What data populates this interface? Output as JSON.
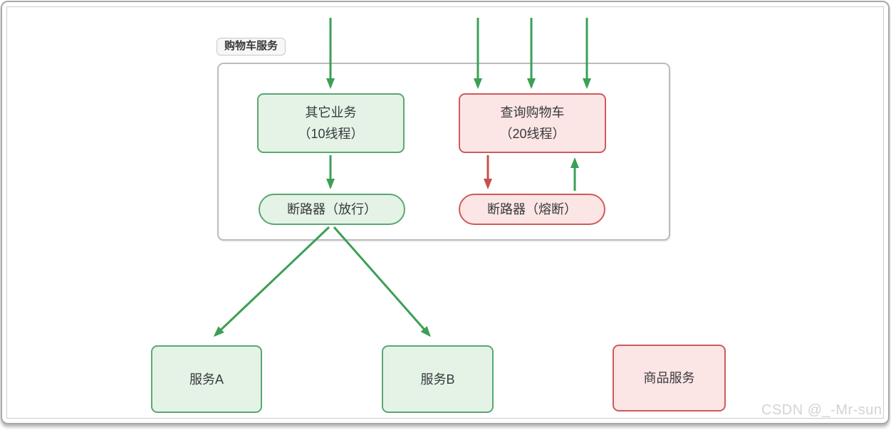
{
  "cart_service": {
    "badge_label": "购物车服务",
    "nodes": {
      "other_biz": {
        "line1": "其它业务",
        "line2": "（10线程）"
      },
      "query_cart": {
        "line1": "查询购物车",
        "line2": "（20线程）"
      },
      "breaker_pass": {
        "label": "断路器（放行）"
      },
      "breaker_fuse": {
        "label": "断路器（熔断）"
      }
    }
  },
  "downstream": {
    "service_a": "服务A",
    "service_b": "服务B",
    "product_service": "商品服务"
  },
  "watermark": {
    "text": "CSDN @_-Mr-sun"
  },
  "colors": {
    "green_border": "#5aa772",
    "green_fill": "#e4f3e6",
    "green_arrow": "#3ba055",
    "red_border": "#cf5a5a",
    "red_fill": "#fce5e5",
    "red_arrow": "#c5504f",
    "container_border": "#b9bcc0",
    "badge_border": "#c9c9c9",
    "badge_bg": "#f7f7f7",
    "text": "#37393c",
    "watermark": "#d3d3d3",
    "frame_outer": "#a9a9a9",
    "frame_inner": "#cccccc"
  }
}
